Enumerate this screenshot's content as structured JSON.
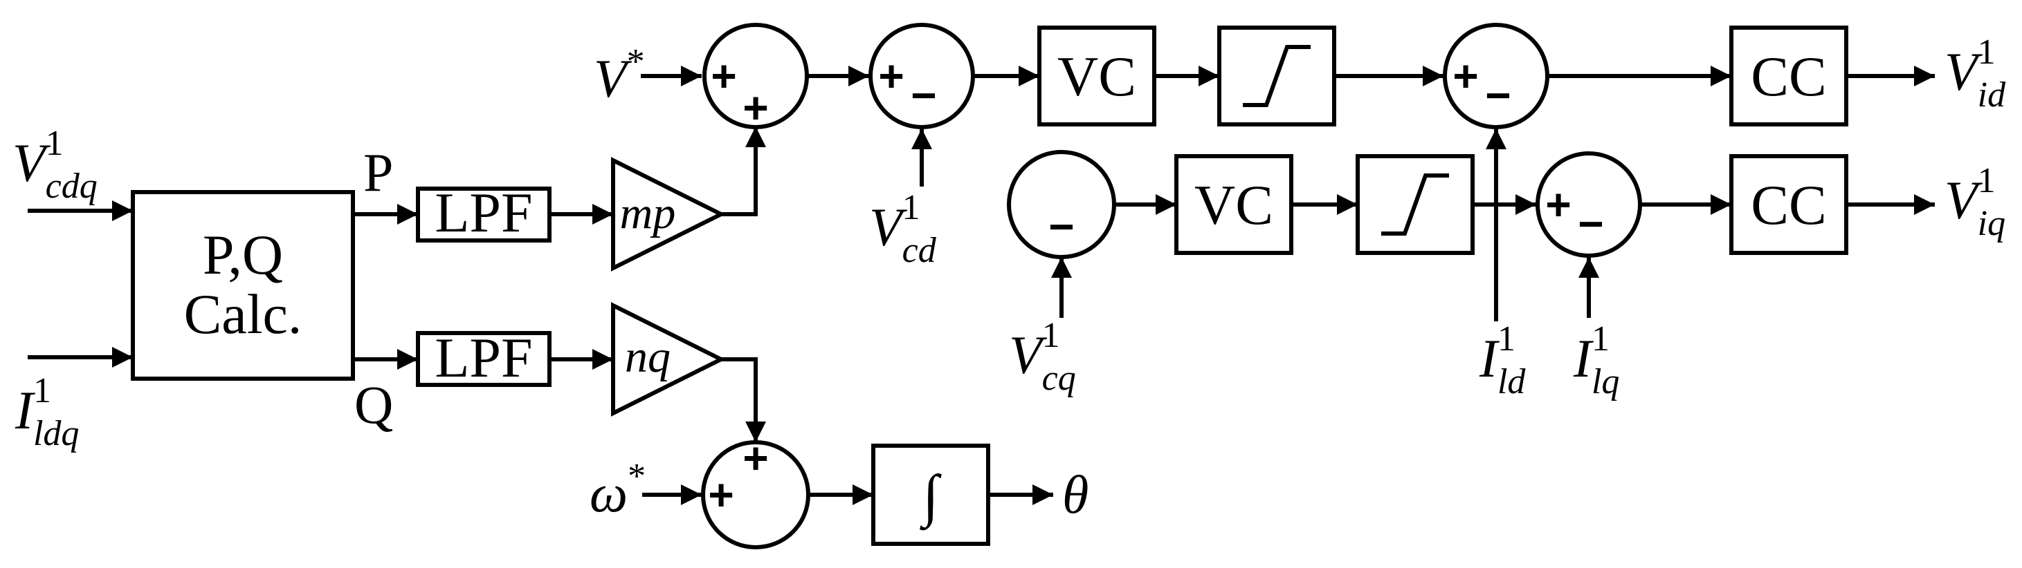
{
  "blocks": {
    "pq_calc": [
      "P,Q",
      "Calc."
    ],
    "lpf_p": "LPF",
    "lpf_q": "LPF",
    "gain_p": "mp",
    "gain_q": "nq",
    "vc_d": "VC",
    "vc_q": "VC",
    "cc_d": "CC",
    "cc_q": "CC",
    "integrator": "∫"
  },
  "signals": {
    "P": "P",
    "Q": "Q",
    "theta": "θ",
    "v_ref": {
      "base": "V",
      "sup": "*"
    },
    "w_ref": {
      "base": "ω",
      "sup": "*"
    },
    "v_cdq": {
      "base": "V",
      "sup": "1",
      "sub": "cdq"
    },
    "i_ldq": {
      "base": "I",
      "sup": "1",
      "sub": "ldq"
    },
    "v_cd": {
      "base": "V",
      "sup": "1",
      "sub": "cd"
    },
    "v_cq": {
      "base": "V",
      "sup": "1",
      "sub": "cq"
    },
    "i_ld": {
      "base": "I",
      "sup": "1",
      "sub": "ld"
    },
    "i_lq": {
      "base": "I",
      "sup": "1",
      "sub": "lq"
    },
    "v_id": {
      "base": "V",
      "sup": "1",
      "sub": "id"
    },
    "v_iq": {
      "base": "V",
      "sup": "1",
      "sub": "iq"
    }
  },
  "signs": {
    "plus": "+",
    "minus": "−"
  }
}
